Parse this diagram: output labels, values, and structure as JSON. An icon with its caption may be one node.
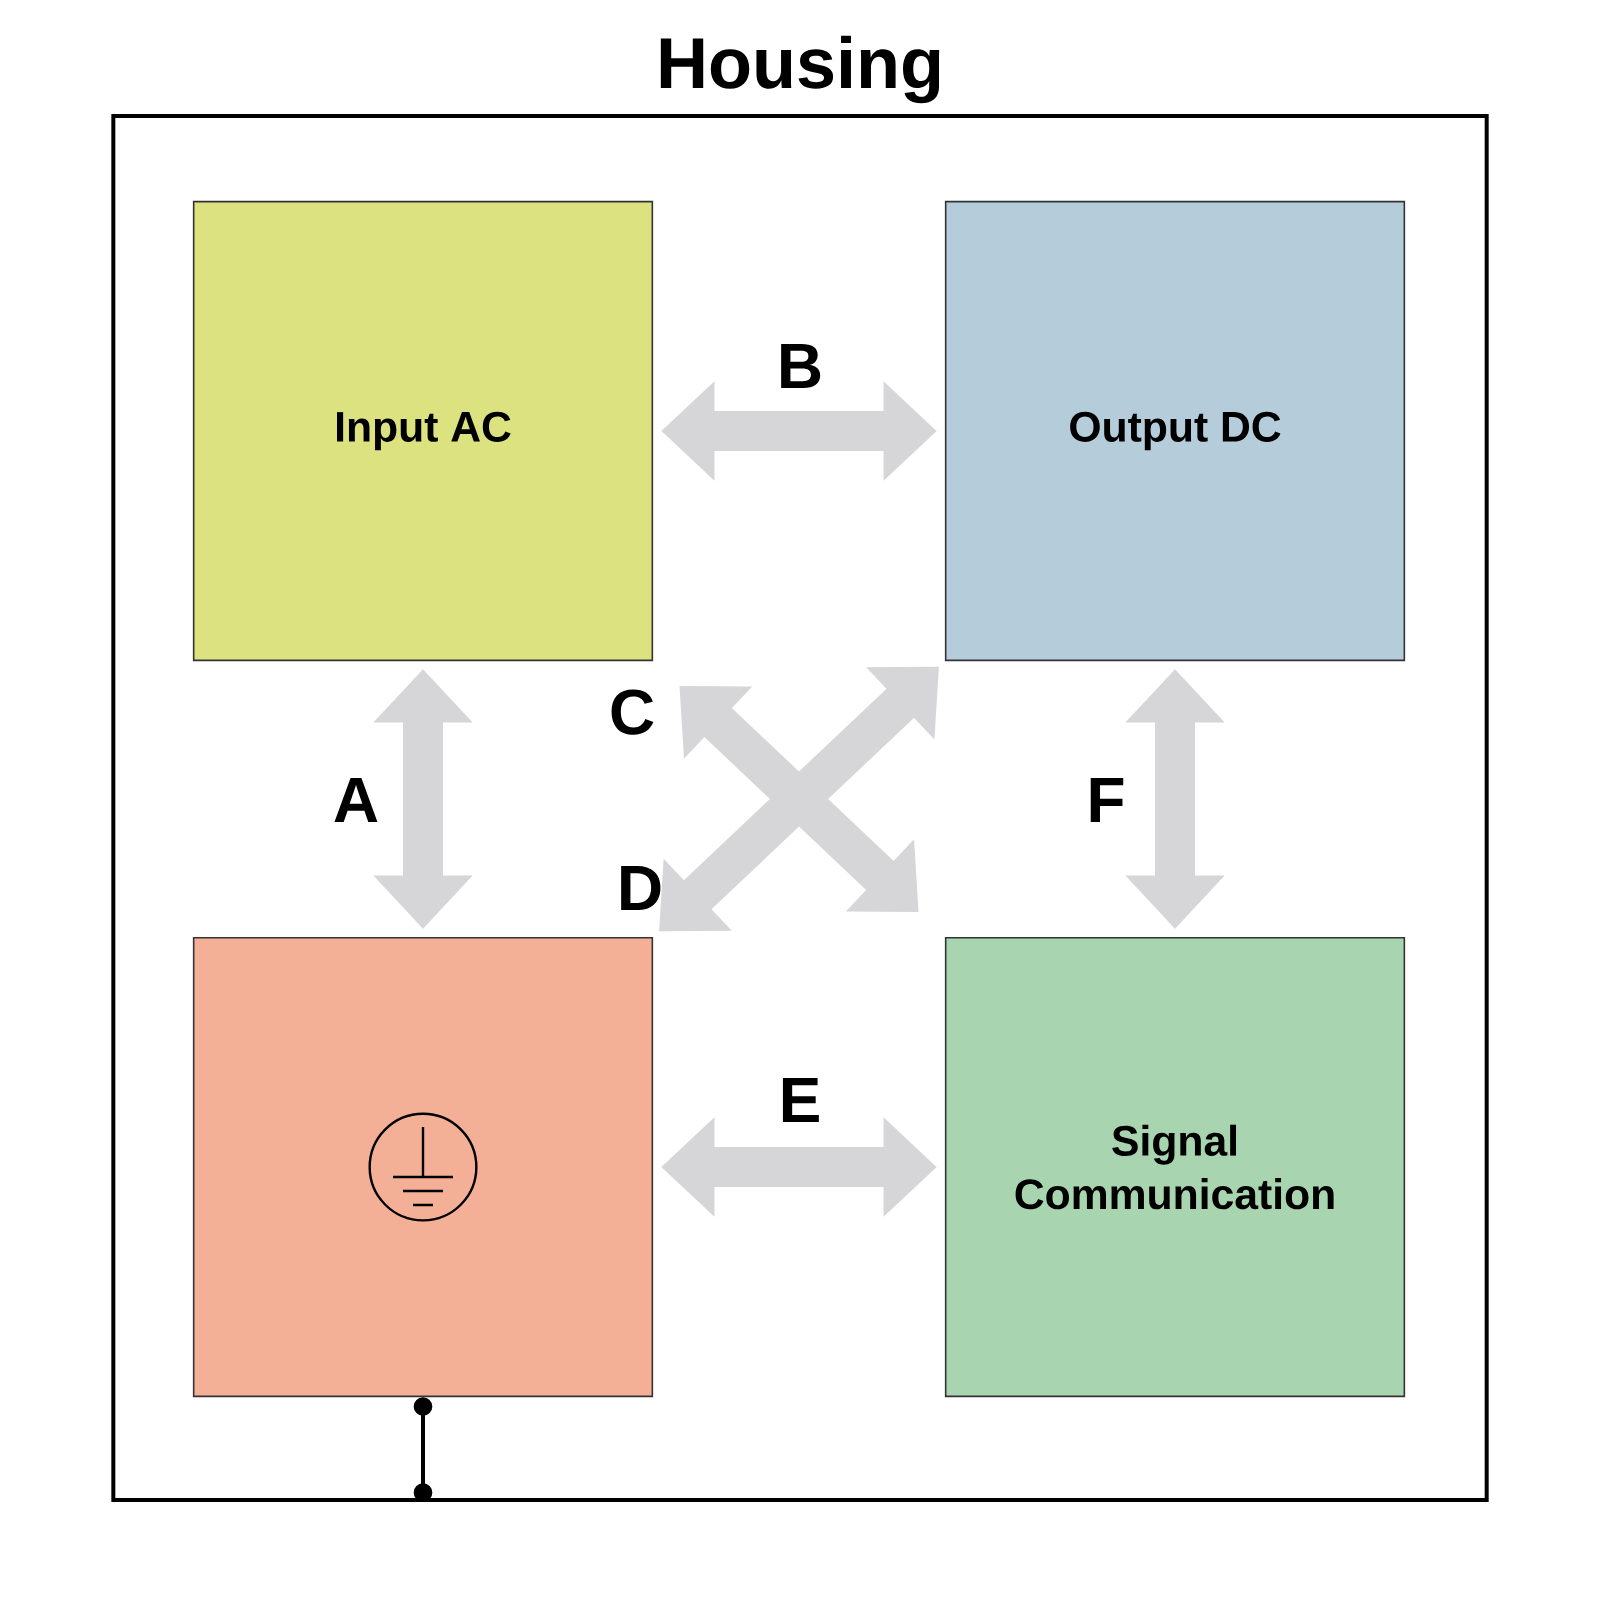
{
  "diagram": {
    "nodes": [
      {
        "text": [
          "Housing"
        ]
      },
      {
        "text": [
          "Input AC"
        ],
        "in": 0
      },
      {
        "text": [
          "Output DC"
        ],
        "in": 0
      },
      {
        "text": [],
        "shape": "box",
        "in": 0
      },
      {
        "text": [
          "Signal Communication"
        ],
        "in": 0
      }
    ],
    "edges": [
      {
        "from": 1,
        "to": 3,
        "arrow": "both",
        "label": "A"
      },
      {
        "from": 1,
        "to": 2,
        "arrow": "both",
        "label": "B"
      },
      {
        "from": 1,
        "to": 4,
        "arrow": "both",
        "label": "C"
      },
      {
        "from": 2,
        "to": 3,
        "arrow": "both",
        "label": "D"
      },
      {
        "from": 3,
        "to": 4,
        "arrow": "both",
        "label": "E"
      },
      {
        "from": 2,
        "to": 4,
        "arrow": "both",
        "label": "F"
      },
      {
        "from": 3,
        "to": 0,
        "arrow": "other",
        "color": "#000000"
      }
    ]
  }
}
